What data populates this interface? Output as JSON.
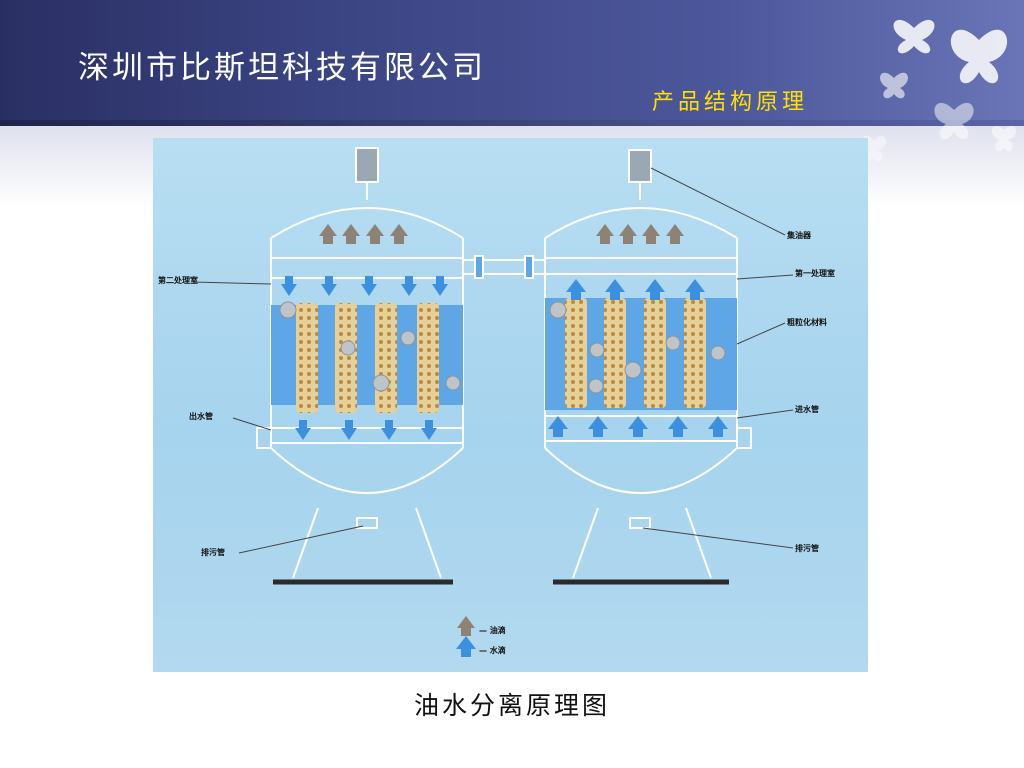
{
  "header": {
    "company": "深圳市比斯坦科技有限公司",
    "subtitle": "产品结构原理"
  },
  "diagram": {
    "labels": {
      "second_chamber": "第二处理室",
      "outlet_pipe": "出水管",
      "drain_left": "排污管",
      "oil_collector": "集油器",
      "first_chamber": "第一处理室",
      "coalescing_material": "粗粒化材料",
      "inlet_pipe": "进水管",
      "drain_right": "排污管"
    },
    "legend": {
      "oil": "— 油滴",
      "water": "— 水滴"
    },
    "colors": {
      "oil_arrow": "#8e8276",
      "water_arrow": "#3d8fe0",
      "media": "#e7cf98",
      "zone": "#5ea6e6"
    }
  },
  "caption": "油水分离原理图"
}
